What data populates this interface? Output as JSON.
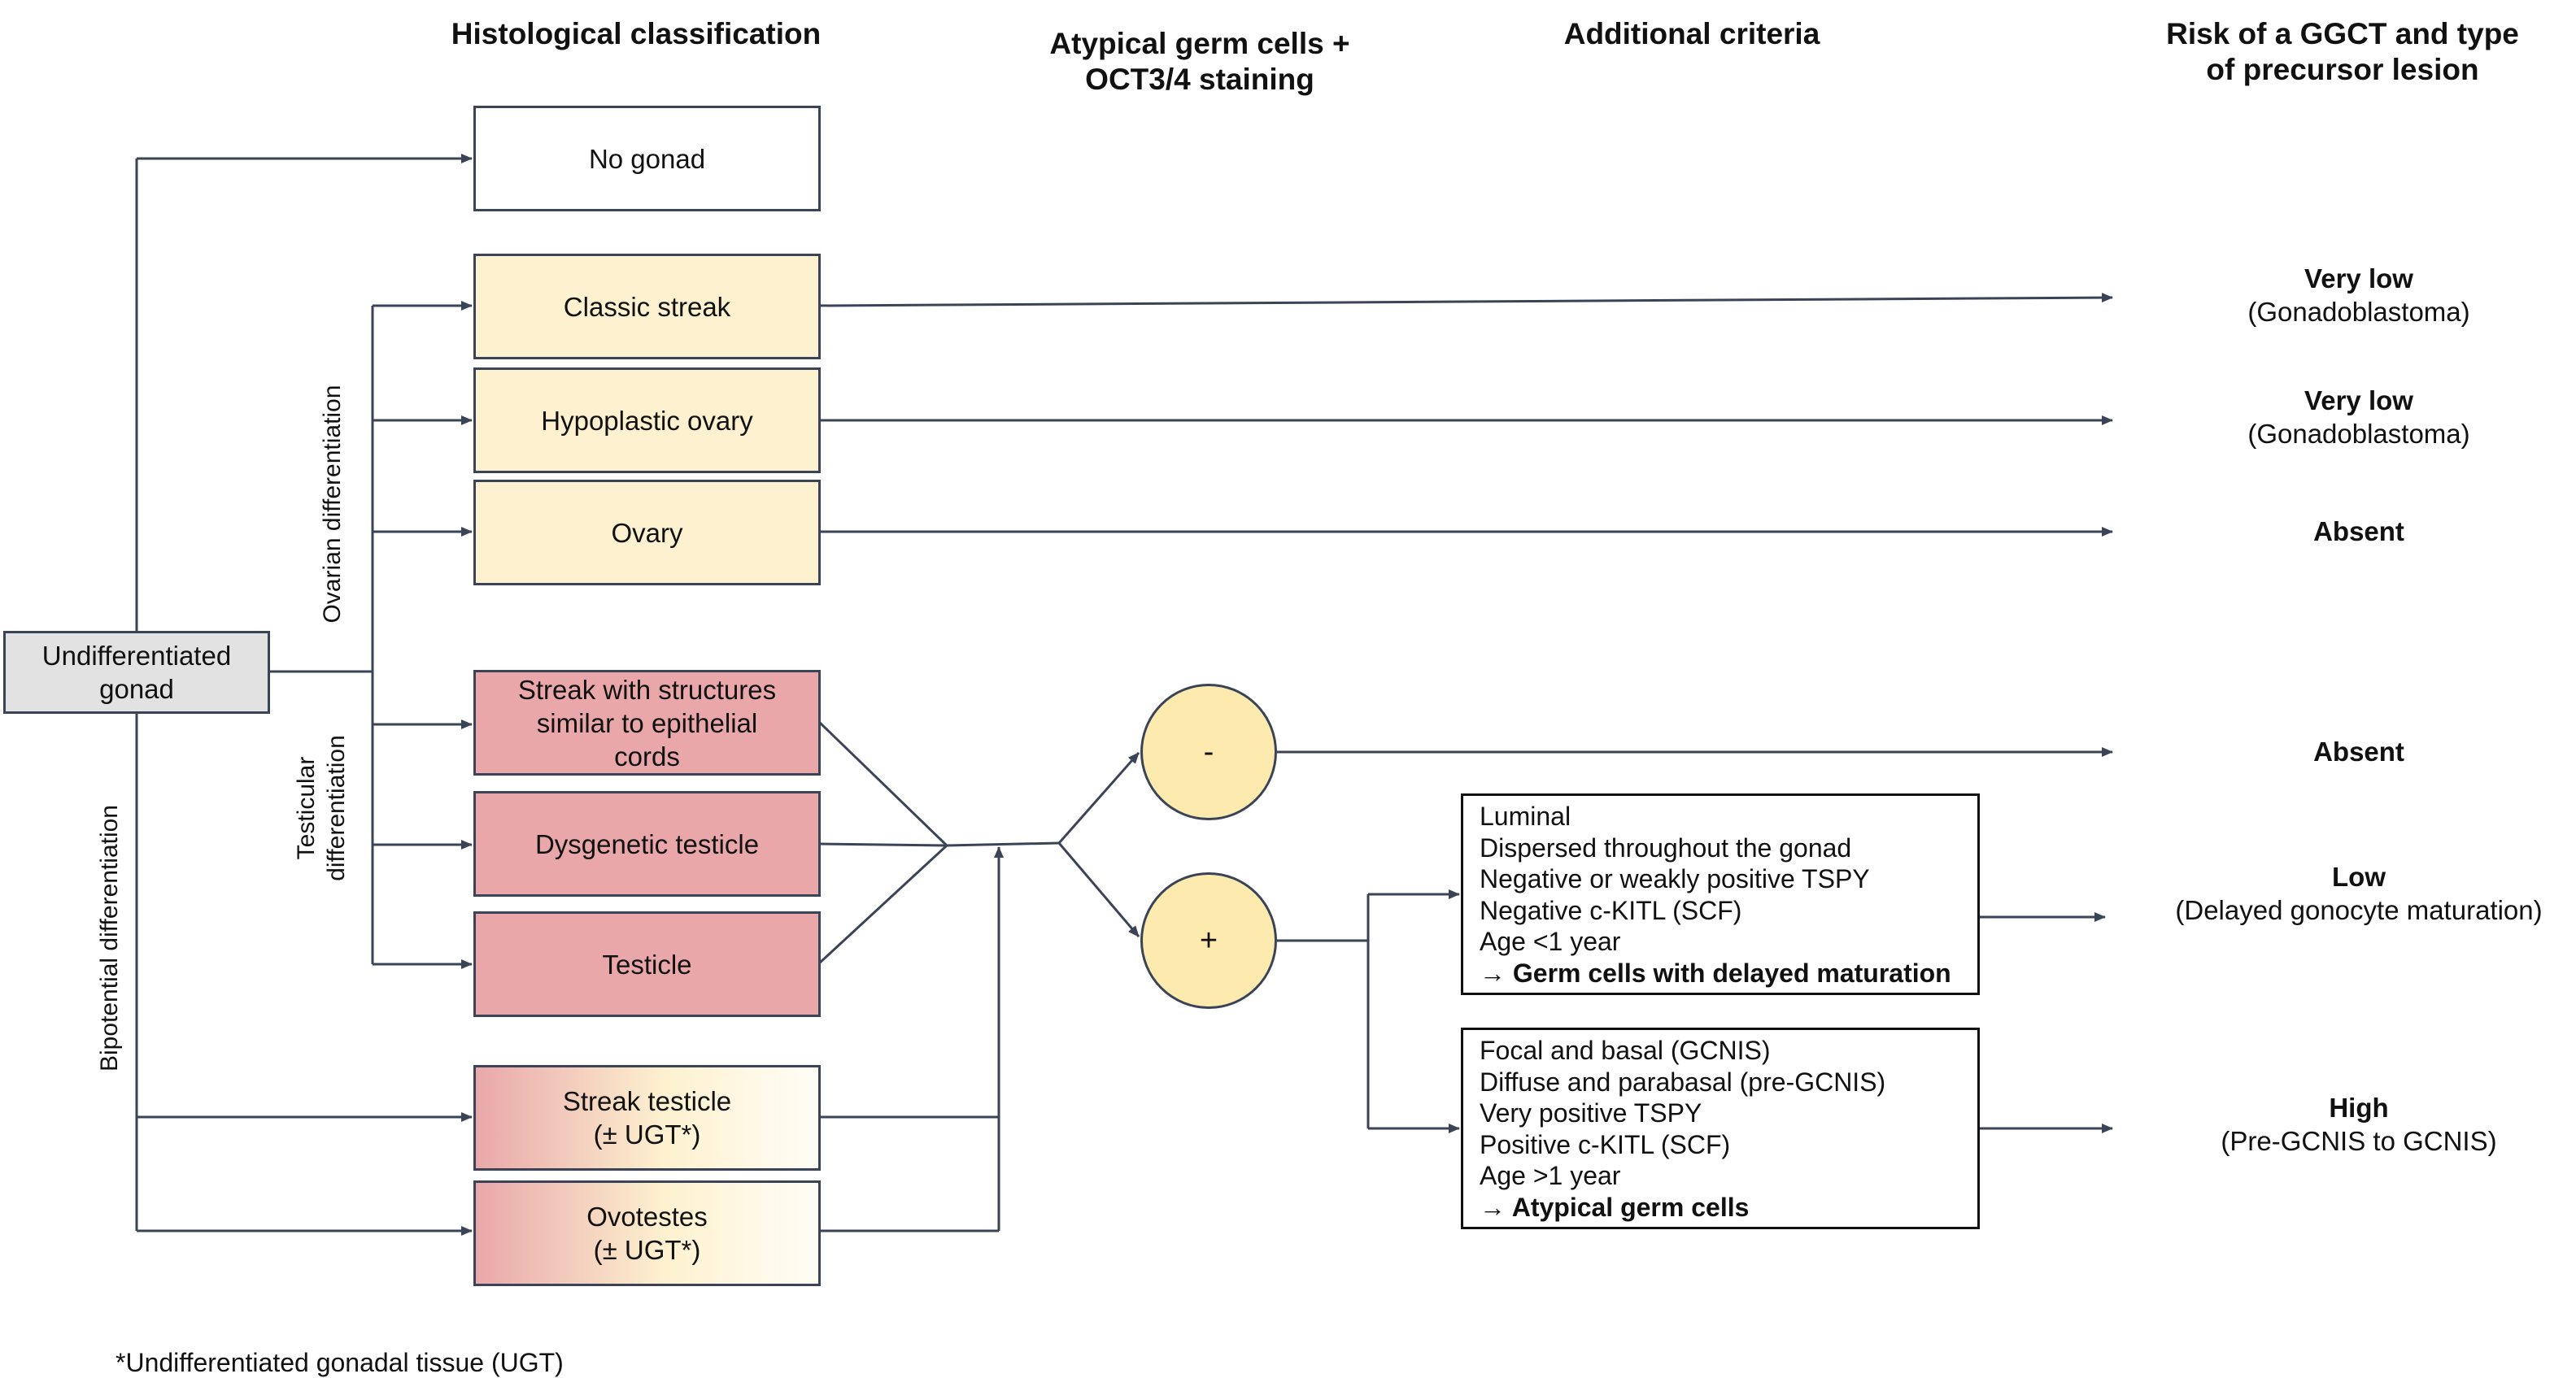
{
  "headers": {
    "histological": "Histological classification",
    "atypical_line1": "Atypical germ cells +",
    "atypical_line2": "OCT3/4 staining",
    "additional": "Additional criteria",
    "risk_line1": "Risk of a GGCT and type",
    "risk_line2": "of precursor lesion"
  },
  "origin": {
    "line1": "Undifferentiated",
    "line2": "gonad"
  },
  "branch_labels": {
    "ovarian": "Ovarian differentiation",
    "testicular_line1": "Testicular",
    "testicular_line2": "differentiation",
    "bipotential": "Bipotential differentiation"
  },
  "boxes": {
    "no_gonad": "No gonad",
    "classic_streak": "Classic streak",
    "hypoplastic_ovary": "Hypoplastic ovary",
    "ovary": "Ovary",
    "streak_structures": {
      "line1": "Streak with structures",
      "line2": "similar to epithelial",
      "line3": "cords"
    },
    "dysgenetic_testicle": "Dysgenetic testicle",
    "testicle": "Testicle",
    "streak_testicle": {
      "line1": "Streak testicle",
      "line2": "(± UGT*)"
    },
    "ovotestes": {
      "line1": "Ovotestes",
      "line2": "(± UGT*)"
    }
  },
  "staining": {
    "negative": "-",
    "positive": "+"
  },
  "criteria_low": {
    "lines": [
      "Luminal",
      "Dispersed throughout the gonad",
      "Negative or weakly positive TSPY",
      "Negative c-KITL (SCF)",
      "Age <1 year"
    ],
    "conclusion": "→ Germ cells with delayed maturation"
  },
  "criteria_high": {
    "lines": [
      "Focal and basal (GCNIS)",
      "Diffuse and parabasal (pre-GCNIS)",
      "Very positive TSPY",
      "Positive c-KITL (SCF)",
      "Age >1 year"
    ],
    "conclusion": "→ Atypical germ cells"
  },
  "risks": {
    "classic_streak": {
      "level": "Very low",
      "detail": "(Gonadoblastoma)"
    },
    "hypoplastic_ovary": {
      "level": "Very low",
      "detail": "(Gonadoblastoma)"
    },
    "ovary": {
      "level": "Absent"
    },
    "negative": {
      "level": "Absent"
    },
    "low": {
      "level": "Low",
      "detail": "(Delayed gonocyte maturation)"
    },
    "high": {
      "level": "High",
      "detail": "(Pre-GCNIS to GCNIS)"
    }
  },
  "footnote": "*Undifferentiated gonadal tissue (UGT)",
  "colors": {
    "line": "#3b4456",
    "ovarian_fill": "#fdf1cf",
    "testicular_fill": "#e9a7a9",
    "circle_fill": "#fdeaae",
    "origin_fill": "#e2e2e2"
  }
}
